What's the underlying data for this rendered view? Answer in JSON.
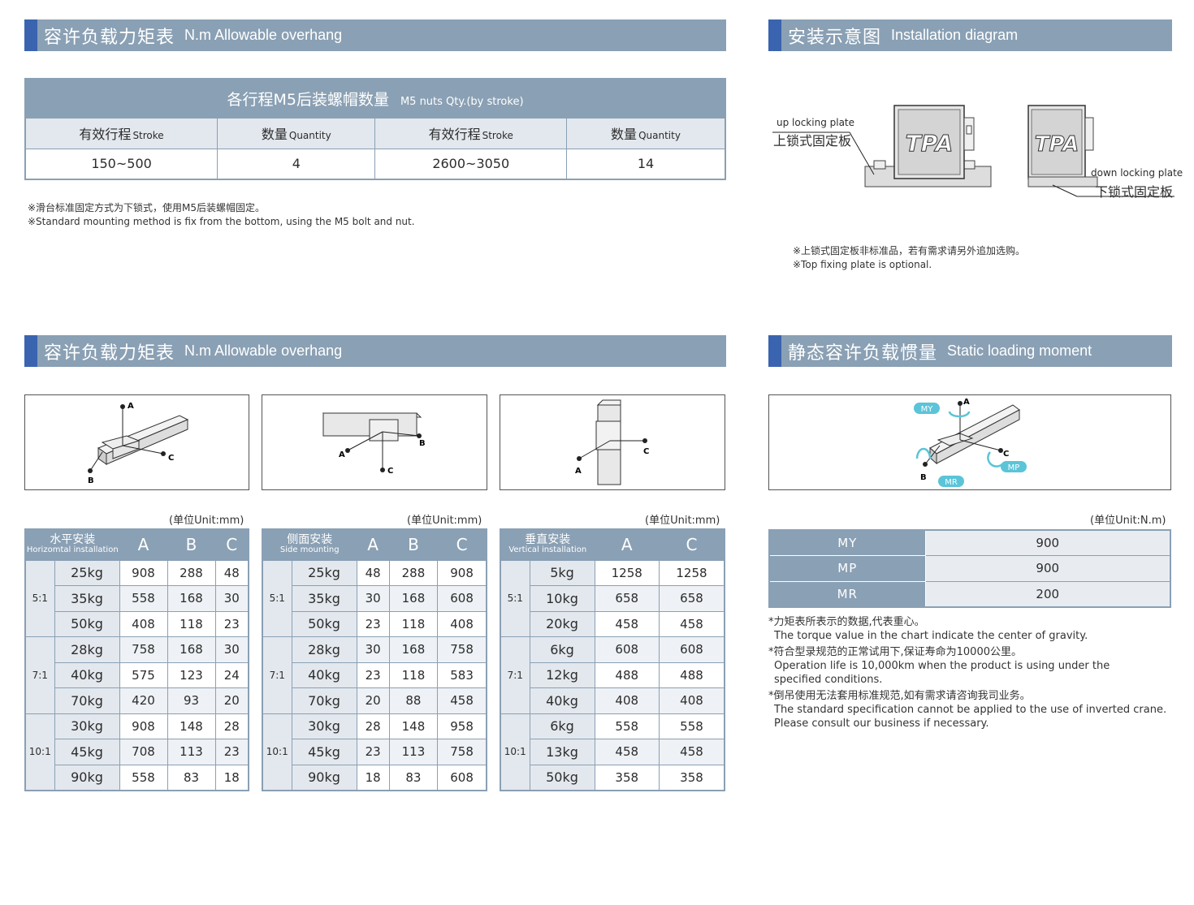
{
  "sections": {
    "overhang_top": {
      "cn": "容许负载力矩表",
      "en": "N.m  Allowable overhang"
    },
    "install": {
      "cn": "安装示意图",
      "en": "Installation diagram"
    },
    "overhang_bottom": {
      "cn": "容许负载力矩表",
      "en": "N.m  Allowable overhang"
    },
    "static": {
      "cn": "静态容许负载惯量",
      "en": "Static loading moment"
    }
  },
  "nuts": {
    "title": "各行程M5后装螺帽数量",
    "subtitle": "M5 nuts Qty.(by stroke)",
    "headers": [
      {
        "cn": "有效行程",
        "en": "Stroke"
      },
      {
        "cn": "数量",
        "en": "Quantity"
      },
      {
        "cn": "有效行程",
        "en": "Stroke"
      },
      {
        "cn": "数量",
        "en": "Quantity"
      }
    ],
    "values": [
      "150~500",
      "4",
      "2600~3050",
      "14"
    ]
  },
  "mount_note": {
    "cn": "※滑台标准固定方式为下锁式，使用M5后装螺帽固定。",
    "en": "※Standard mounting method is fix from the bottom, using the M5 bolt and nut."
  },
  "install": {
    "up_label_en": "up locking plate",
    "up_label_cn": "上锁式固定板",
    "down_label_en": "down locking plate",
    "down_label_cn": "下锁式固定板",
    "logo": "TPA",
    "note_cn": "※上锁式固定板非标准品，若有需求请另外追加选购。",
    "note_en": "※Top fixing plate is optional."
  },
  "axis_labels": {
    "a": "A",
    "b": "B",
    "c": "C"
  },
  "unit_mm": "(单位Unit:mm)",
  "unit_nm": "(单位Unit:N.m)",
  "horizontal": {
    "title_cn": "水平安装",
    "title_en": "Horizomtal installation",
    "cols": [
      "A",
      "B",
      "C"
    ],
    "groups": [
      {
        "ratio": "5:1",
        "rows": [
          [
            "25kg",
            "908",
            "288",
            "48"
          ],
          [
            "35kg",
            "558",
            "168",
            "30"
          ],
          [
            "50kg",
            "408",
            "118",
            "23"
          ]
        ]
      },
      {
        "ratio": "7:1",
        "rows": [
          [
            "28kg",
            "758",
            "168",
            "30"
          ],
          [
            "40kg",
            "575",
            "123",
            "24"
          ],
          [
            "70kg",
            "420",
            "93",
            "20"
          ]
        ]
      },
      {
        "ratio": "10:1",
        "rows": [
          [
            "30kg",
            "908",
            "148",
            "28"
          ],
          [
            "45kg",
            "708",
            "113",
            "23"
          ],
          [
            "90kg",
            "558",
            "83",
            "18"
          ]
        ]
      }
    ]
  },
  "side": {
    "title_cn": "侧面安装",
    "title_en": "Side mounting",
    "cols": [
      "A",
      "B",
      "C"
    ],
    "groups": [
      {
        "ratio": "5:1",
        "rows": [
          [
            "25kg",
            "48",
            "288",
            "908"
          ],
          [
            "35kg",
            "30",
            "168",
            "608"
          ],
          [
            "50kg",
            "23",
            "118",
            "408"
          ]
        ]
      },
      {
        "ratio": "7:1",
        "rows": [
          [
            "28kg",
            "30",
            "168",
            "758"
          ],
          [
            "40kg",
            "23",
            "118",
            "583"
          ],
          [
            "70kg",
            "20",
            "88",
            "458"
          ]
        ]
      },
      {
        "ratio": "10:1",
        "rows": [
          [
            "30kg",
            "28",
            "148",
            "958"
          ],
          [
            "45kg",
            "23",
            "113",
            "758"
          ],
          [
            "90kg",
            "18",
            "83",
            "608"
          ]
        ]
      }
    ]
  },
  "vertical": {
    "title_cn": "垂直安装",
    "title_en": "Vertical installation",
    "cols": [
      "A",
      "C"
    ],
    "groups": [
      {
        "ratio": "5:1",
        "rows": [
          [
            "5kg",
            "1258",
            "1258"
          ],
          [
            "10kg",
            "658",
            "658"
          ],
          [
            "20kg",
            "458",
            "458"
          ]
        ]
      },
      {
        "ratio": "7:1",
        "rows": [
          [
            "6kg",
            "608",
            "608"
          ],
          [
            "12kg",
            "488",
            "488"
          ],
          [
            "40kg",
            "408",
            "408"
          ]
        ]
      },
      {
        "ratio": "10:1",
        "rows": [
          [
            "6kg",
            "558",
            "558"
          ],
          [
            "13kg",
            "458",
            "458"
          ],
          [
            "50kg",
            "358",
            "358"
          ]
        ]
      }
    ]
  },
  "static": {
    "badges": {
      "my": "MY",
      "mp": "MP",
      "mr": "MR"
    },
    "rows": [
      [
        "MY",
        "900"
      ],
      [
        "MP",
        "900"
      ],
      [
        "MR",
        "200"
      ]
    ]
  },
  "general_notes": [
    {
      "cn": "*力矩表所表示的数据,代表重心。",
      "en": [
        "The torque value in the chart indicate the center of gravity."
      ]
    },
    {
      "cn": "*符合型录规范的正常试用下,保证寿命为10000公里。",
      "en": [
        "Operation life is 10,000km when the product is using under the",
        "specified conditions."
      ]
    },
    {
      "cn": "*倒吊使用无法套用标准规范,如有需求请咨询我司业务。",
      "en": [
        "The standard specification cannot be applied to the use of inverted crane.",
        "Please consult our business if necessary."
      ]
    }
  ],
  "colors": {
    "header": "#8aa0b4",
    "accent": "#3a64b0",
    "cell_alt": "#e3e8ee",
    "badge": "#5bc4d8"
  }
}
